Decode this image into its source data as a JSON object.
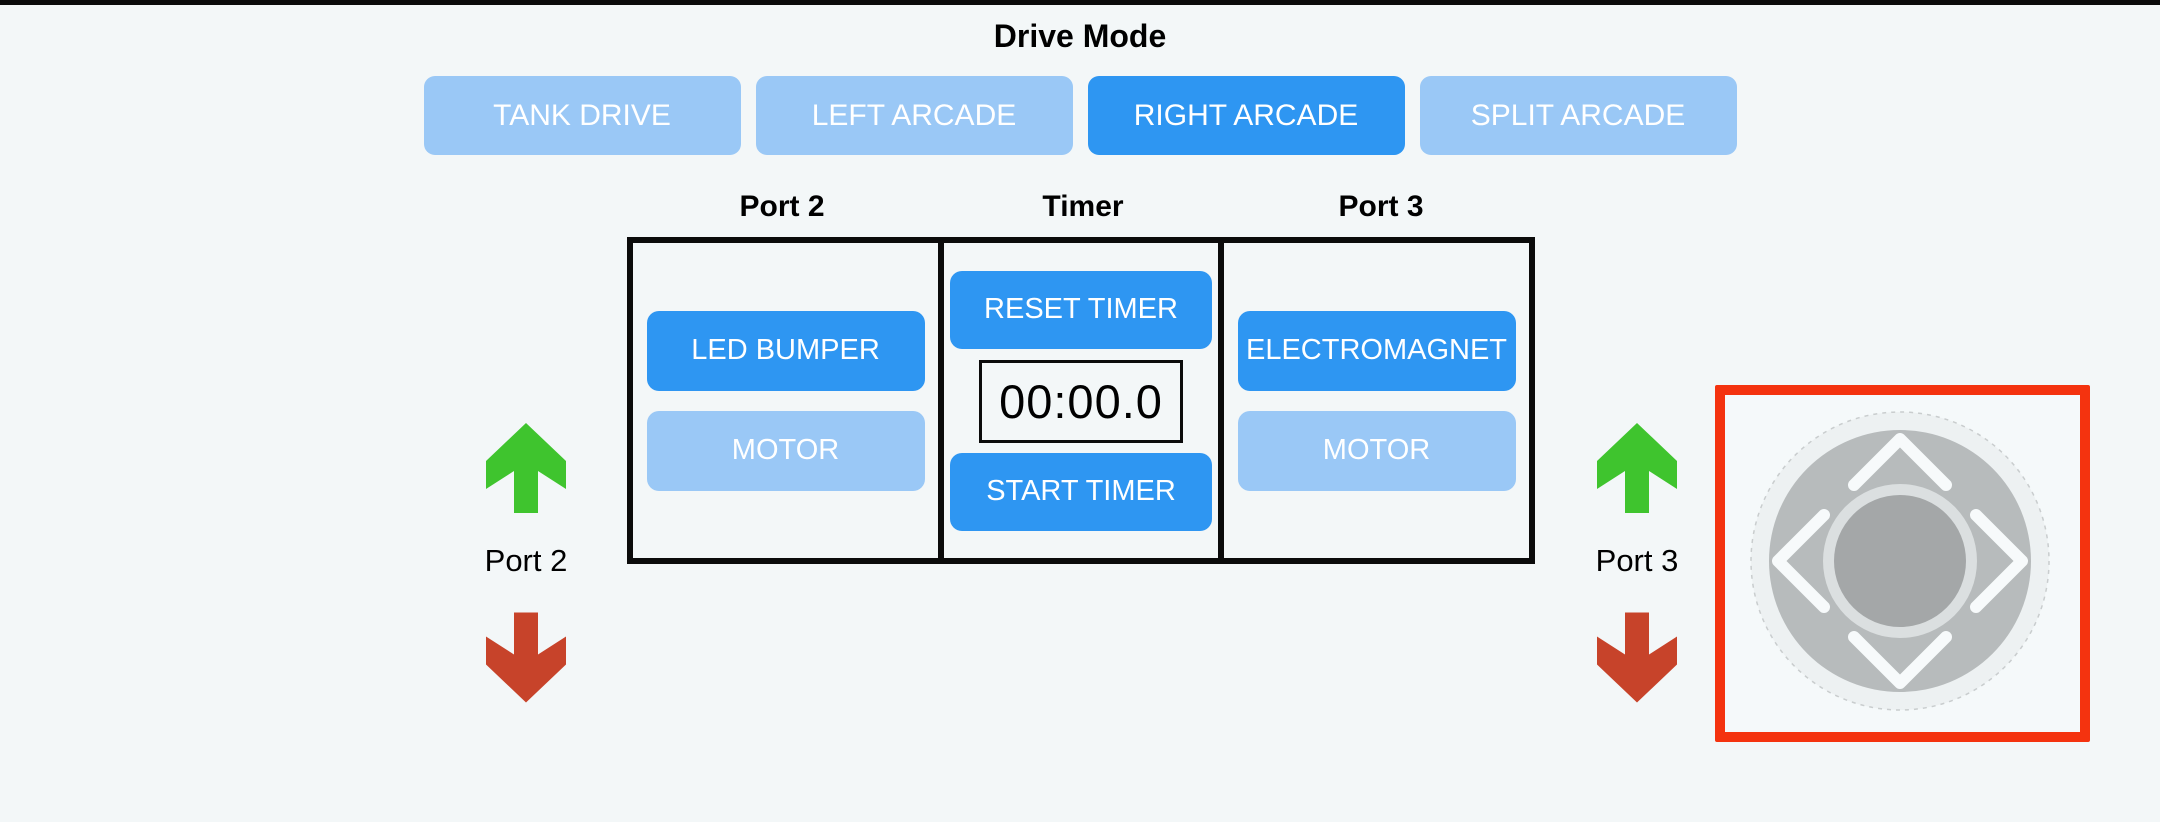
{
  "title": "Drive Mode",
  "drive_mode_buttons": [
    {
      "label": "TANK DRIVE",
      "active": false
    },
    {
      "label": "LEFT ARCADE",
      "active": false
    },
    {
      "label": "RIGHT ARCADE",
      "active": true
    },
    {
      "label": "SPLIT ARCADE",
      "active": false
    }
  ],
  "panel": {
    "headers": [
      "Port 2",
      "Timer",
      "Port 3"
    ],
    "port2": {
      "device_button": {
        "label": "LED BUMPER",
        "active": true
      },
      "motor_button": {
        "label": "MOTOR",
        "active": false
      }
    },
    "timer": {
      "reset_label": "RESET TIMER",
      "display": "00:00.0",
      "start_label": "START TIMER"
    },
    "port3": {
      "device_button": {
        "label": "ELECTROMAGNET",
        "active": true
      },
      "motor_button": {
        "label": "MOTOR",
        "active": false
      }
    }
  },
  "motor_indicators": {
    "left": {
      "label": "Port 2",
      "up_icon": "green-up-arrow",
      "down_icon": "red-down-arrow"
    },
    "right": {
      "label": "Port 3",
      "up_icon": "green-up-arrow",
      "down_icon": "red-down-arrow"
    }
  },
  "joystick": {
    "selected": true,
    "directions": [
      "up",
      "left",
      "right",
      "down"
    ]
  },
  "colors": {
    "background": "#F3F7F8",
    "active_blue": "#2E96F2",
    "inactive_blue": "#9AC8F6",
    "arrow_green": "#3FC42E",
    "arrow_red": "#C7432A",
    "selection_red": "#F4330F",
    "joystick_disc": "#B7BBBC",
    "joystick_knob": "#A4A7A8"
  }
}
